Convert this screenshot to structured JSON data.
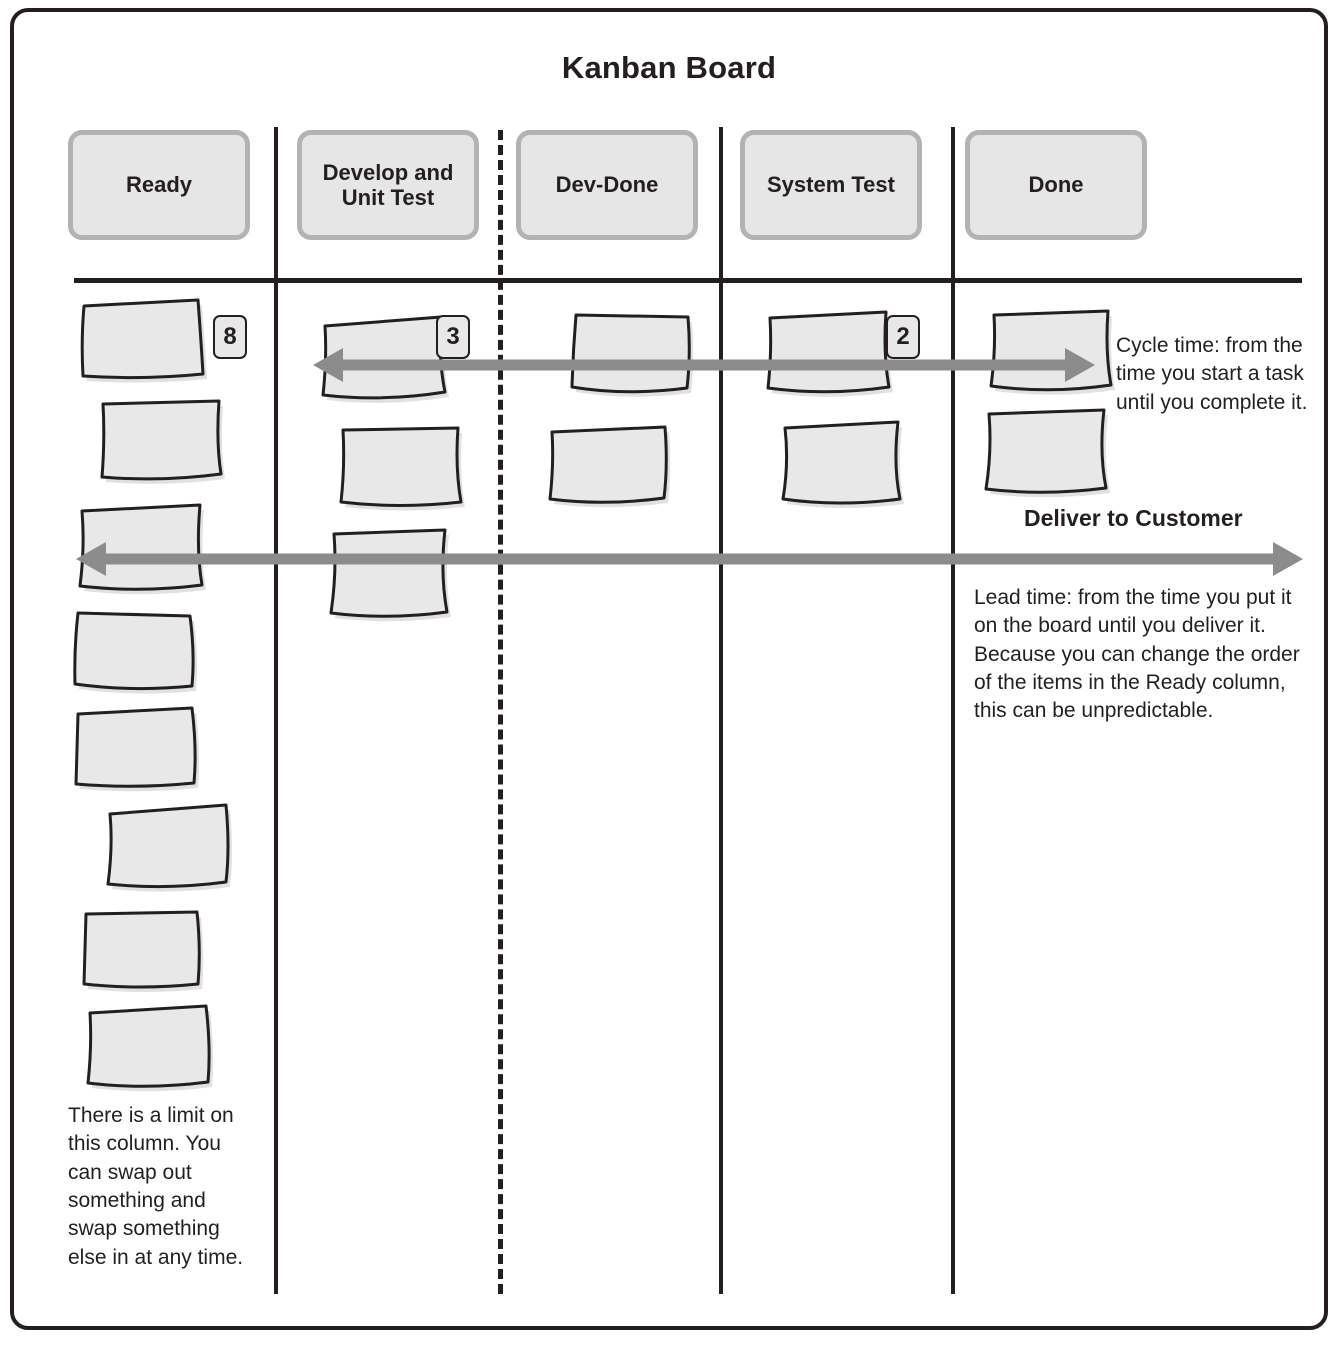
{
  "board": {
    "title": "Kanban Board",
    "columns": [
      {
        "id": "ready",
        "label": "Ready",
        "wip_limit": "8"
      },
      {
        "id": "develop",
        "label": "Develop and Unit Test",
        "wip_limit": "3"
      },
      {
        "id": "devdone",
        "label": "Dev-Done",
        "wip_limit": ""
      },
      {
        "id": "systest",
        "label": "System Test",
        "wip_limit": "2"
      },
      {
        "id": "done",
        "label": "Done",
        "wip_limit": ""
      }
    ],
    "card_counts": {
      "ready": 8,
      "develop": 3,
      "devdone": 2,
      "systest": 2,
      "done": 2
    }
  },
  "annotations": {
    "cycle_time": "Cycle time: from the time you start a task until you complete it.",
    "deliver_to_customer": "Deliver to Customer",
    "lead_time": "Lead time: from the time you put it on the board until you deliver it. Because you can change the order of the items in the Ready column, this can be unpredictable.",
    "ready_limit_note": "There is a limit on this column. You can swap out something and swap something else in at any time."
  },
  "colors": {
    "ink": "#231f20",
    "card_fill": "#e8e8e8",
    "card_stroke": "#231f20",
    "pill_fill": "#e6e6e6",
    "pill_border": "#b3b3b3",
    "arrow": "#8c8c8c",
    "page_bg": "#ffffff"
  },
  "arrows": {
    "cycle_time_arrow": {
      "direction": "double",
      "label": "cycle-time"
    },
    "lead_time_arrow": {
      "direction": "double",
      "label": "lead-time"
    }
  }
}
